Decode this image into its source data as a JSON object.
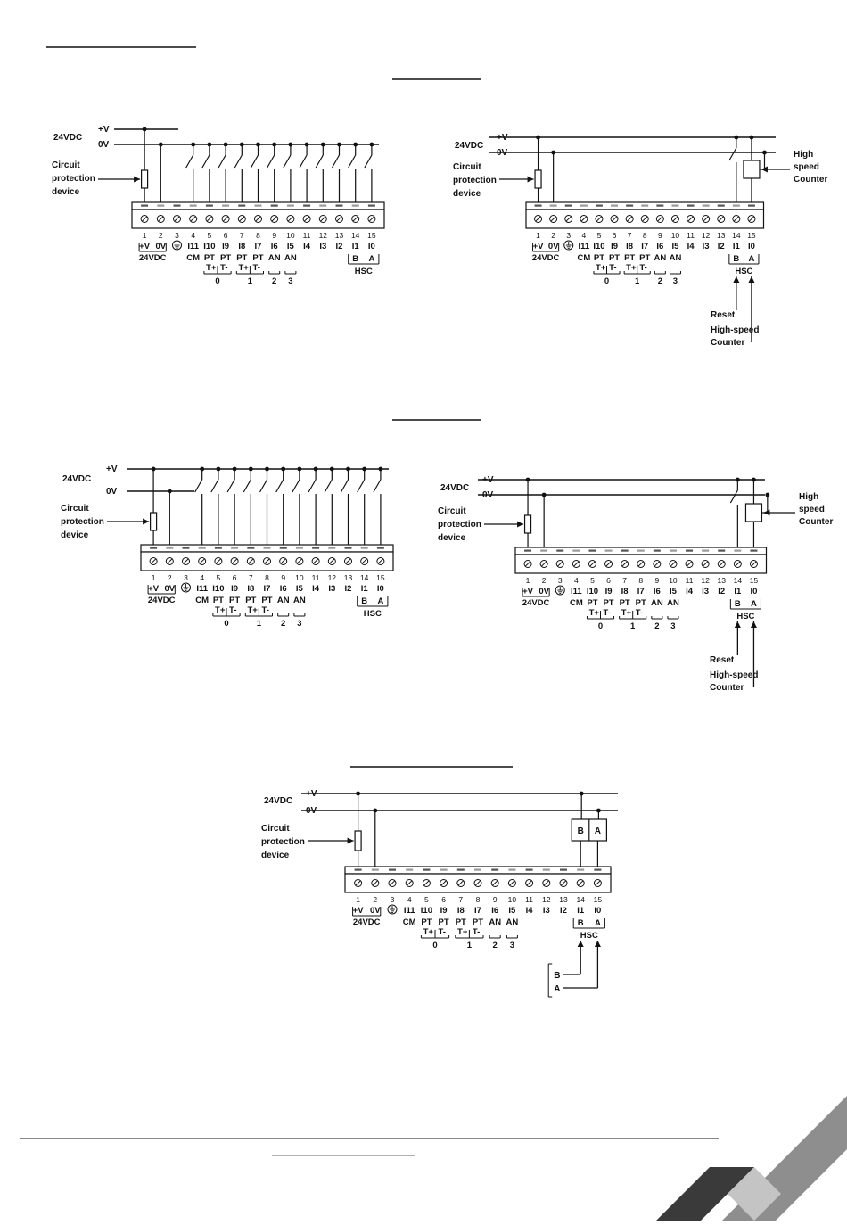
{
  "supply": {
    "plus_v": "+V",
    "zero_v": "0V",
    "voltage": "24VDC"
  },
  "protection_lines": [
    "Circuit",
    "protection",
    "device"
  ],
  "terminals": {
    "numbers": [
      "1",
      "2",
      "3",
      "4",
      "5",
      "6",
      "7",
      "8",
      "9",
      "10",
      "11",
      "12",
      "13",
      "14",
      "15"
    ],
    "row1": [
      "+V",
      "0V",
      "",
      "I11",
      "I10",
      "I9",
      "I8",
      "I7",
      "I6",
      "I5",
      "I4",
      "I3",
      "I2",
      "I1",
      "I0"
    ],
    "row2": [
      "",
      "",
      "",
      "CM",
      "PT",
      "PT",
      "PT",
      "PT",
      "AN",
      "AN",
      "",
      "",
      "",
      "",
      ""
    ],
    "supply_label": "24VDC",
    "hsc_b": "B",
    "hsc_a": "A",
    "hsc_label": "HSC",
    "tplus": "T+",
    "tminus": "T-",
    "group_0": "0",
    "group_1": "1",
    "group_2": "2",
    "group_3": "3"
  },
  "hsc_counter_lines": [
    "High",
    "speed",
    "Counter"
  ],
  "reset_label": "Reset",
  "hs_counter_lines": [
    "High-speed",
    "Counter"
  ],
  "encoder": {
    "b": "B",
    "a": "A",
    "in_b": "B",
    "in_a": "A"
  },
  "colors": {
    "line": "#111111",
    "stripe_dark": "#555555",
    "stripe_light": "#9a9a9a"
  }
}
